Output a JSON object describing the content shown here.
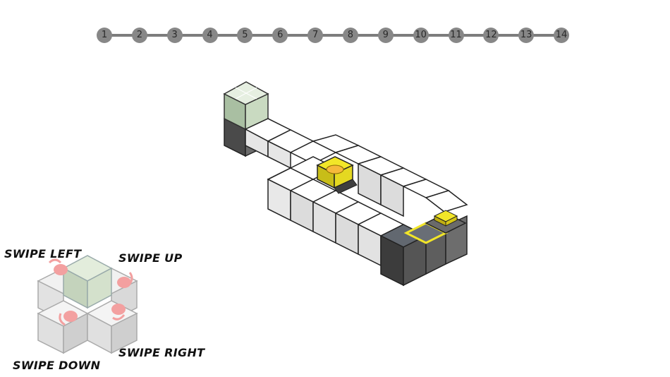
{
  "levels": [
    "1",
    "2",
    "3",
    "4",
    "5",
    "6",
    "7",
    "8",
    "9",
    "10",
    "11",
    "12",
    "13",
    "14"
  ],
  "controls": {
    "swipe_left": "SWIPE LEFT",
    "swipe_up": "SWIPE UP",
    "swipe_down": "SWIPE DOWN",
    "swipe_right": "SWIPE RIGHT"
  },
  "colors": {
    "tile_top": "#ffffff",
    "tile_side_light": "#e7e7e7",
    "tile_side_dark": "#c2c2c2",
    "ghost_cube": "#d6e5cf",
    "target_yellow": "#f2e628",
    "dark_tile": "#5f656d",
    "level_node": "#878787",
    "hand": "#f3a0a0"
  }
}
